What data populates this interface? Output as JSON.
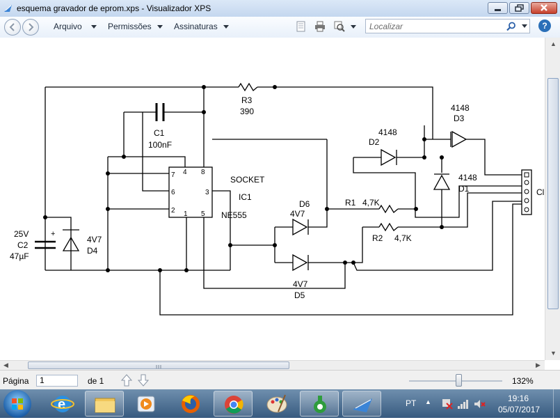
{
  "window": {
    "title": "esquema gravador de eprom.xps - Visualizador XPS"
  },
  "toolbar": {
    "menus": [
      {
        "label": "Arquivo"
      },
      {
        "label": "Permissões"
      },
      {
        "label": "Assinaturas"
      }
    ],
    "search_placeholder": "Localizar",
    "help_label": "?"
  },
  "schematic": {
    "labels": {
      "r3_name": "R3",
      "r3_value": "390",
      "c1_name": "C1",
      "c1_value": "100nF",
      "socket": "SOCKET",
      "ic1": "IC1",
      "ne555": "NE555",
      "pin4": "4",
      "pin8": "8",
      "pin7": "7",
      "pin6": "6",
      "pin3": "3",
      "pin2": "2",
      "pin1": "1",
      "pin5": "5",
      "c2_voltage": "25V",
      "c2_name": "C2",
      "c2_value": "47µF",
      "c2_plus": "+",
      "d4_value": "4V7",
      "d4_name": "D4",
      "d6_name": "D6",
      "d6_value": "4V7",
      "d5_value": "4V7",
      "d5_name": "D5",
      "d2_value": "4148",
      "d2_name": "D2",
      "d3_value": "4148",
      "d3_name": "D3",
      "d1_value": "4148",
      "d1_name": "D1",
      "r1_name": "R1",
      "r1_value": "4,7K",
      "r2_name": "R2",
      "r2_value": "4,7K",
      "connector_cut": "Cl"
    }
  },
  "status": {
    "page_label": "Página",
    "page_value": "1",
    "page_of": "de 1",
    "zoom": "132%"
  },
  "taskbar": {
    "language": "PT",
    "time": "19:16",
    "date": "05/07/2017"
  }
}
